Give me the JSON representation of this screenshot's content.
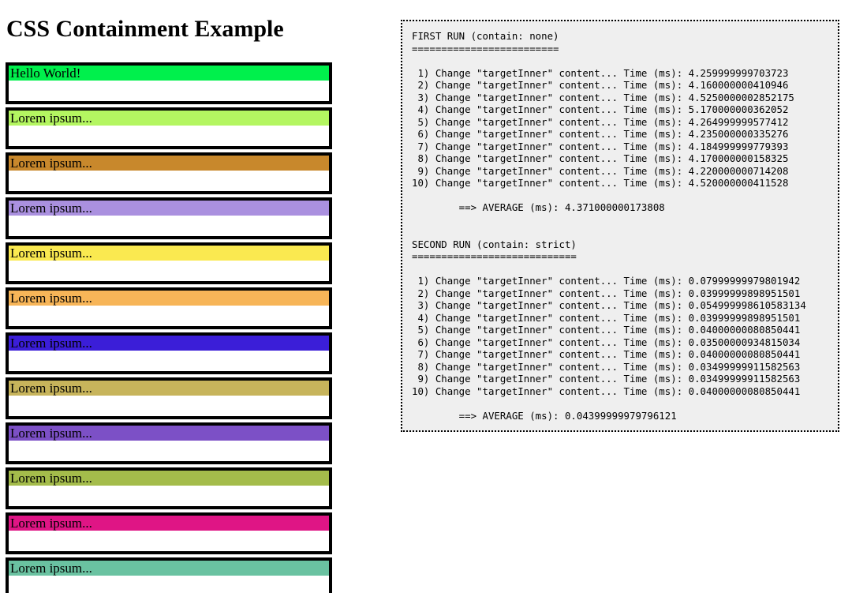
{
  "page": {
    "title": "CSS Containment Example"
  },
  "boxes": [
    {
      "label": "Hello World!",
      "color": "#00F04C"
    },
    {
      "label": "Lorem ipsum...",
      "color": "#B4F661"
    },
    {
      "label": "Lorem ipsum...",
      "color": "#C8882C"
    },
    {
      "label": "Lorem ipsum...",
      "color": "#AA90DF"
    },
    {
      "label": "Lorem ipsum...",
      "color": "#FAE950"
    },
    {
      "label": "Lorem ipsum...",
      "color": "#F7B558"
    },
    {
      "label": "Lorem ipsum...",
      "color": "#3B1ED8"
    },
    {
      "label": "Lorem ipsum...",
      "color": "#C7B45B"
    },
    {
      "label": "Lorem ipsum...",
      "color": "#7C50C6"
    },
    {
      "label": "Lorem ipsum...",
      "color": "#A4BC4B"
    },
    {
      "label": "Lorem ipsum...",
      "color": "#DF1585"
    },
    {
      "label": "Lorem ipsum...",
      "color": "#6AC2A1"
    }
  ],
  "results_panel": {
    "background": "#EFEFEF",
    "border_color": "#000000",
    "first_run": {
      "title": "FIRST RUN (contain: none)",
      "underline": "=========================",
      "lines": [
        " 1) Change \"targetInner\" content... Time (ms): 4.259999999703723",
        " 2) Change \"targetInner\" content... Time (ms): 4.160000000410946",
        " 3) Change \"targetInner\" content... Time (ms): 4.5250000002852175",
        " 4) Change \"targetInner\" content... Time (ms): 5.170000000362052",
        " 5) Change \"targetInner\" content... Time (ms): 4.264999999577412",
        " 6) Change \"targetInner\" content... Time (ms): 4.235000000335276",
        " 7) Change \"targetInner\" content... Time (ms): 4.184999999779393",
        " 8) Change \"targetInner\" content... Time (ms): 4.170000000158325",
        " 9) Change \"targetInner\" content... Time (ms): 4.220000000714208",
        "10) Change \"targetInner\" content... Time (ms): 4.520000000411528"
      ],
      "average_line": "        ==> AVERAGE (ms): 4.371000000173808"
    },
    "second_run": {
      "title": "SECOND RUN (contain: strict)",
      "underline": "============================",
      "lines": [
        " 1) Change \"targetInner\" content... Time (ms): 0.07999999979801942",
        " 2) Change \"targetInner\" content... Time (ms): 0.03999999898951501",
        " 3) Change \"targetInner\" content... Time (ms): 0.054999998610583134",
        " 4) Change \"targetInner\" content... Time (ms): 0.03999999898951501",
        " 5) Change \"targetInner\" content... Time (ms): 0.04000000080850441",
        " 6) Change \"targetInner\" content... Time (ms): 0.03500000934815034",
        " 7) Change \"targetInner\" content... Time (ms): 0.04000000080850441",
        " 8) Change \"targetInner\" content... Time (ms): 0.03499999911582563",
        " 9) Change \"targetInner\" content... Time (ms): 0.03499999911582563",
        "10) Change \"targetInner\" content... Time (ms): 0.04000000080850441"
      ],
      "average_line": "        ==> AVERAGE (ms): 0.04399999979796121"
    }
  }
}
